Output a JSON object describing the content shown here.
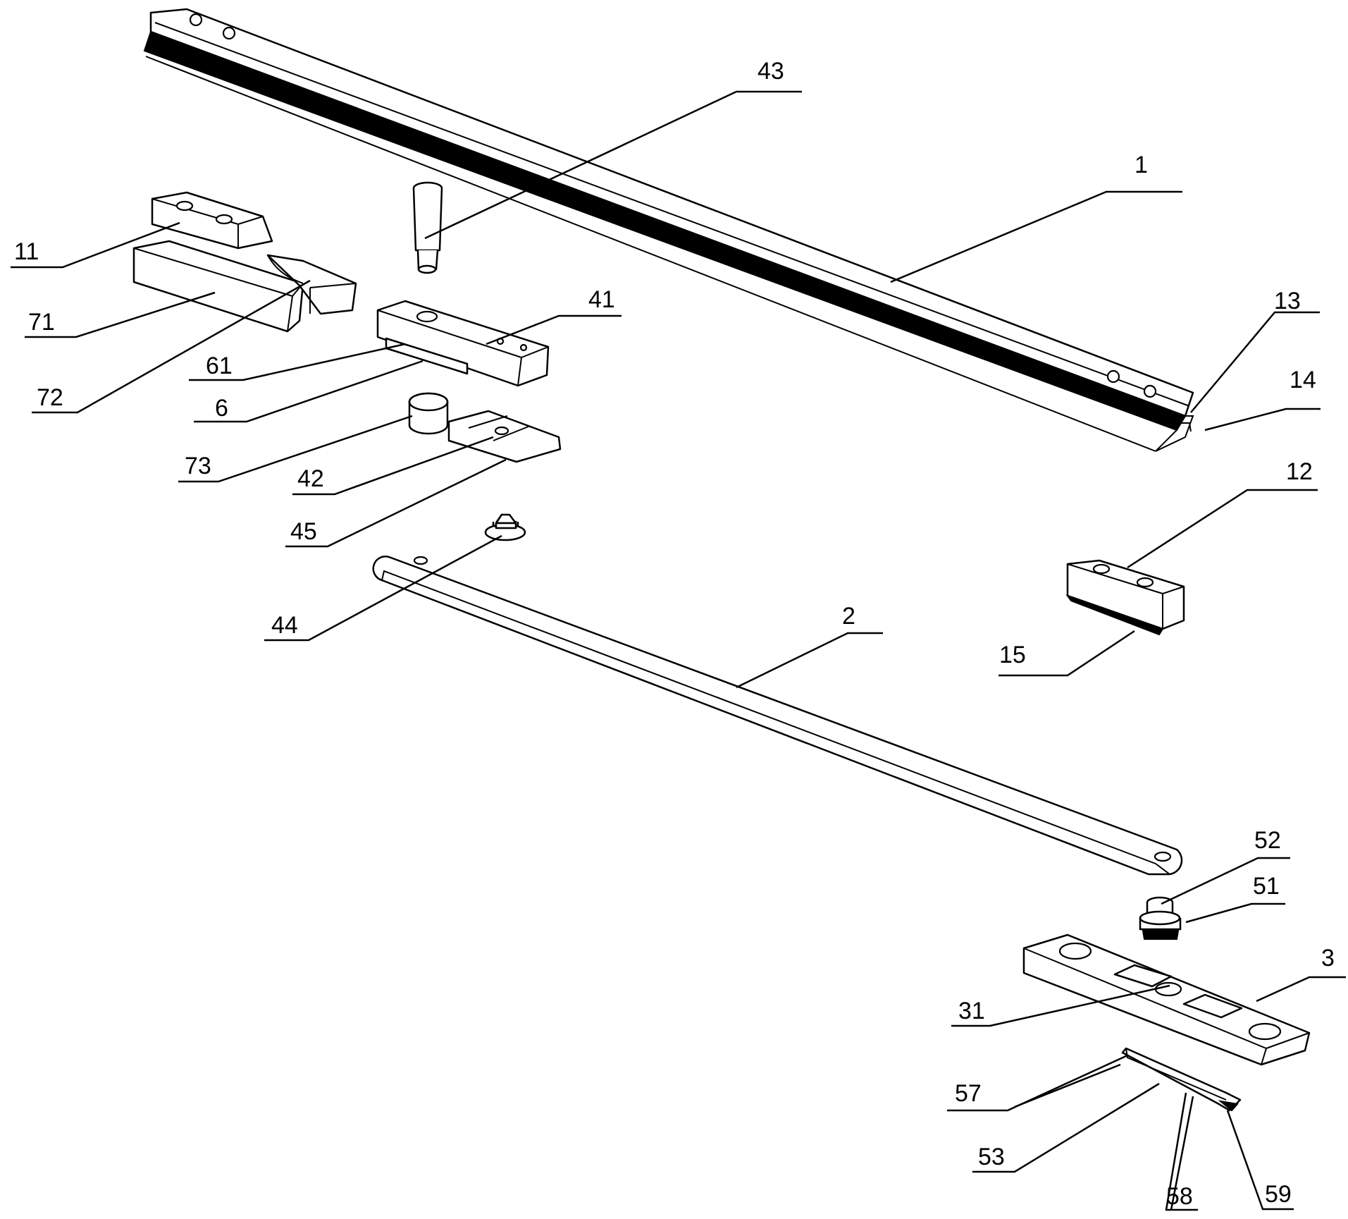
{
  "labels": {
    "l1": "1",
    "l2": "2",
    "l3": "3",
    "l6": "6",
    "l11": "11",
    "l12": "12",
    "l13": "13",
    "l14": "14",
    "l15": "15",
    "l31": "31",
    "l41": "41",
    "l42": "42",
    "l43": "43",
    "l44": "44",
    "l45": "45",
    "l51": "51",
    "l52": "52",
    "l53": "53",
    "l57": "57",
    "l58": "58",
    "l59": "59",
    "l61": "61",
    "l71": "71",
    "l72": "72",
    "l73": "73"
  }
}
